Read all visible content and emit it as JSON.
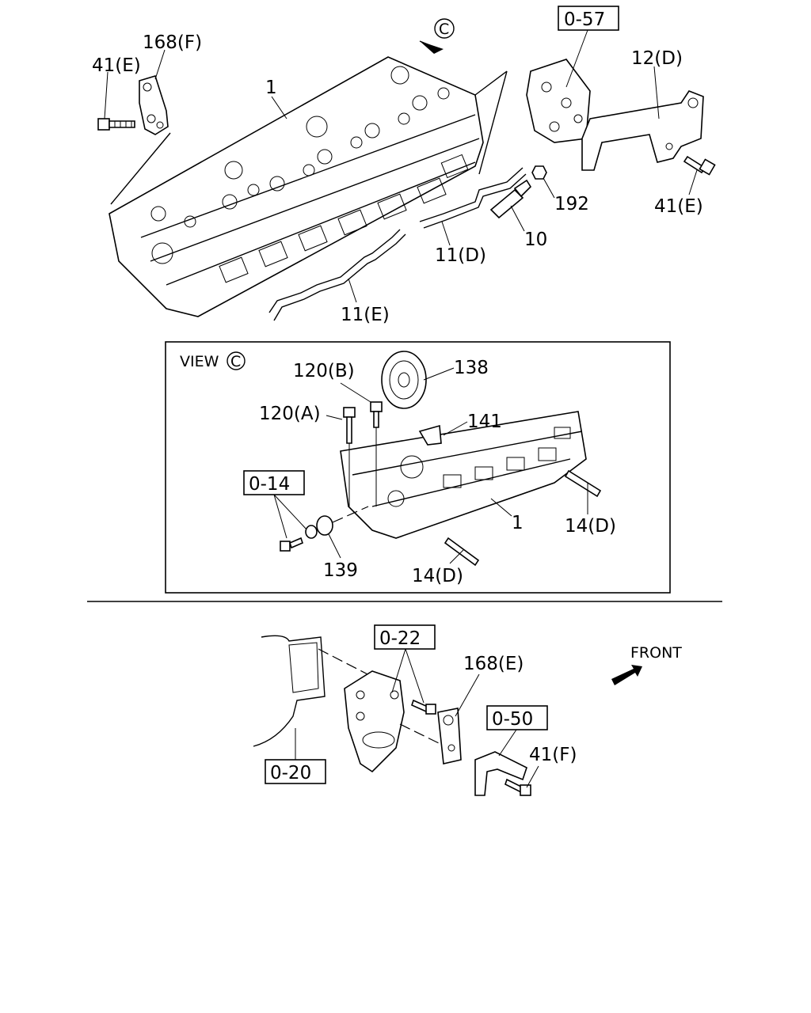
{
  "callouts": {
    "ref_0_57": "0-57",
    "ref_0_14": "0-14",
    "ref_0_22": "0-22",
    "ref_0_50": "0-50",
    "ref_0_20": "0-20",
    "p168f": "168(F)",
    "p41e_left": "41(E)",
    "p1_top": "1",
    "p12d": "12(D)",
    "p41e_right": "41(E)",
    "p192": "192",
    "p10": "10",
    "p11d": "11(D)",
    "p11e": "11(E)",
    "view_label": "VIEW",
    "view_letter": "C",
    "view_marker": "C",
    "p120b": "120(B)",
    "p138": "138",
    "p120a": "120(A)",
    "p141": "141",
    "p1_view": "1",
    "p14d_right": "14(D)",
    "p14d_bottom": "14(D)",
    "p139": "139",
    "p168e": "168(E)",
    "p41f": "41(F)",
    "front": "FRONT"
  }
}
